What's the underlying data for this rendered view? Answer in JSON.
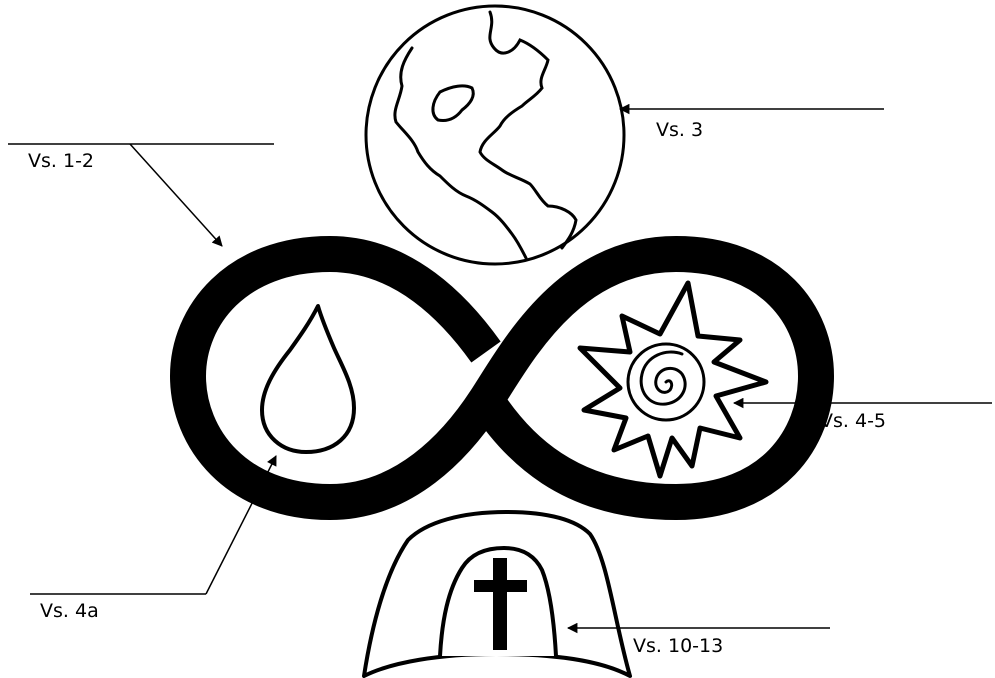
{
  "labels": {
    "vs_1_2": "Vs. 1-2",
    "vs_3": "Vs. 3",
    "vs_4_5": "Vs. 4-5",
    "vs_4a": "Vs. 4a",
    "vs_10_13": "Vs. 10-13"
  },
  "icons": [
    "globe-icon",
    "infinity-icon",
    "water-drop-icon",
    "sun-icon",
    "tomb-icon",
    "cross-icon"
  ],
  "colors": {
    "ink": "#000000",
    "paper": "#ffffff"
  }
}
